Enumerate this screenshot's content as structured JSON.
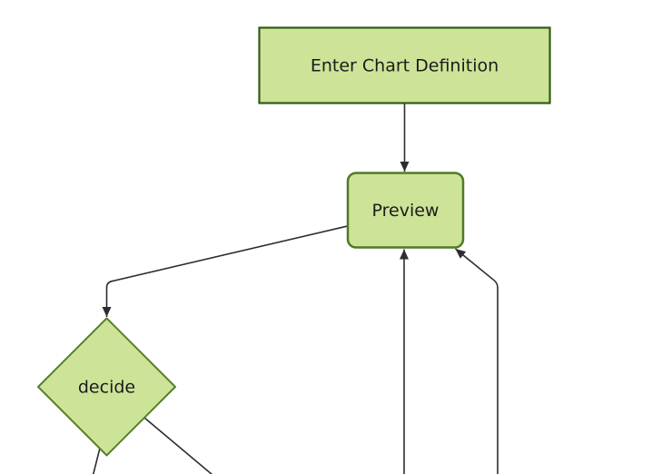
{
  "diagram": {
    "type": "flowchart",
    "direction": "top-down",
    "nodes": [
      {
        "id": "A",
        "shape": "rectangle",
        "label": "Enter Chart Definition"
      },
      {
        "id": "B",
        "shape": "rounded-rectangle",
        "label": "Preview"
      },
      {
        "id": "C",
        "shape": "diamond",
        "label": "decide"
      }
    ],
    "edges": [
      {
        "from": "A",
        "to": "B",
        "description": "straight arrow down from Enter Chart Definition to Preview"
      },
      {
        "from": "B",
        "to": "C",
        "description": "arrow from left side of Preview diagonally down-left, bending vertically into top of decide"
      },
      {
        "from": "offscreen-bottom-1",
        "to": "B",
        "description": "vertical arrow rising from bottom edge of view into bottom of Preview"
      },
      {
        "from": "offscreen-bottom-2",
        "to": "B",
        "description": "vertical line rising from bottom edge then angling up-left into bottom-right corner of Preview"
      },
      {
        "from": "C",
        "to": "offscreen-bottom-left",
        "description": "line leaving bottom tip of decide toward bottom edge of view"
      },
      {
        "from": "C",
        "to": "offscreen-bottom-right",
        "description": "line leaving lower-right edge of decide toward bottom edge of view"
      }
    ],
    "colors": {
      "background": "#ffffff",
      "node-fill": "#cde498",
      "rect-stroke": "#2e5c14",
      "rounded-stroke": "#4e7a28",
      "diamond-stroke": "#55812c",
      "edge": "#2d2d2d",
      "text": "#1b1b1b"
    }
  }
}
